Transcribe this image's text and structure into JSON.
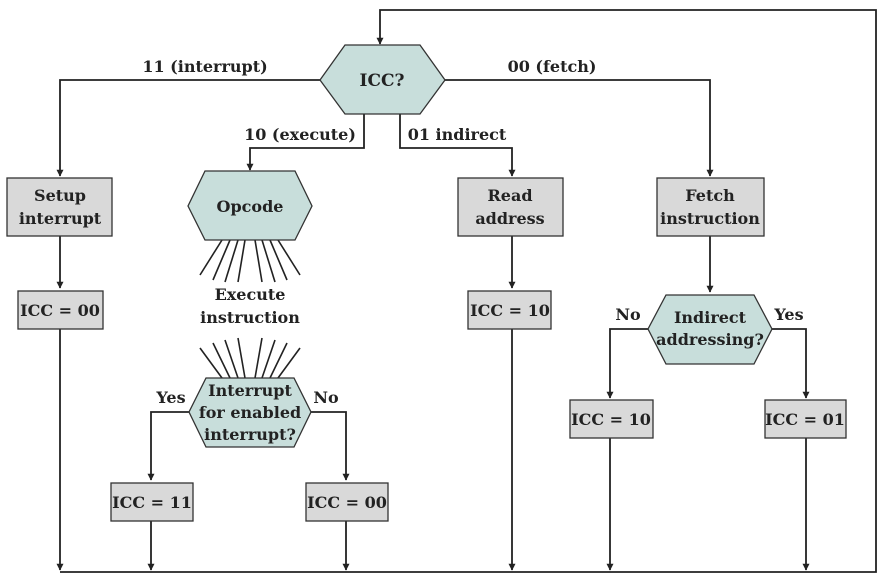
{
  "nodes": {
    "icc_q": "ICC?",
    "setup": [
      "Setup",
      "interrupt"
    ],
    "opcode": "Opcode",
    "execute": [
      "Execute",
      "instruction"
    ],
    "interrupt_q": [
      "Interrupt",
      "for enabled",
      "interrupt?"
    ],
    "read": [
      "Read",
      "address"
    ],
    "fetch": [
      "Fetch",
      "instruction"
    ],
    "indirect_q": [
      "Indirect",
      "addressing?"
    ],
    "icc_setup": "ICC = 00",
    "icc_yes": "ICC = 11",
    "icc_no": "ICC = 00",
    "icc_read": "ICC = 10",
    "icc_ind_no": "ICC = 10",
    "icc_ind_yes": "ICC = 01"
  },
  "edges": {
    "interrupt": "11 (interrupt)",
    "fetch": "00 (fetch)",
    "execute": "10 (execute)",
    "indirect": "01 indirect",
    "yes1": "Yes",
    "no1": "No",
    "no2": "No",
    "yes2": "Yes"
  }
}
